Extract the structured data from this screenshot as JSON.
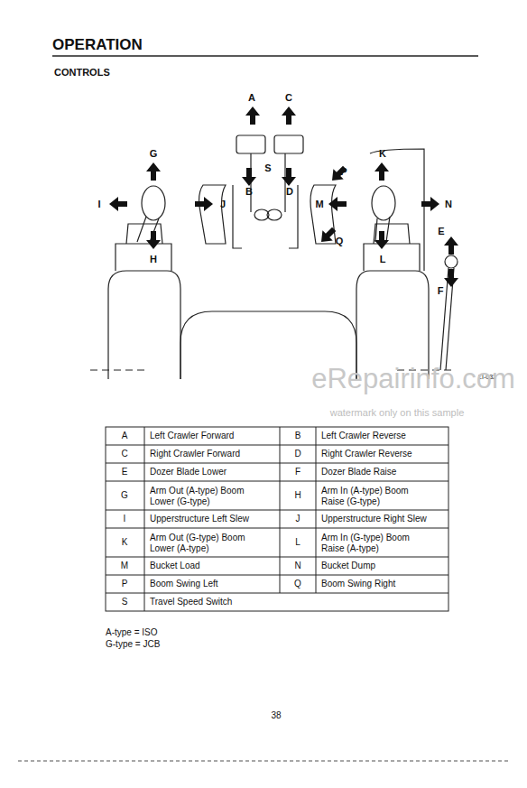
{
  "diagram": {
    "title": "OPERATION",
    "labels": [
      "CONTROLS",
      "A",
      "C",
      "G",
      "K",
      "P",
      "S",
      "B",
      "D",
      "I",
      "J",
      "M",
      "N",
      "E",
      "H",
      "L",
      "Q",
      "F",
      "LI-032",
      "A",
      "Left Crawler Forward",
      "B",
      "Left Crawler Reverse",
      "C",
      "Right Crawler Forward",
      "D",
      "Right Crawler Reverse",
      "E",
      "Dozer Blade Lower",
      "F",
      "Dozer Blade Raise",
      "G",
      "Arm Out (A-type) Boom Lower (G-type)",
      "H",
      "Arm In (A-type) Boom Raise (G-type)",
      "I",
      "Upperstructure Left Slew",
      "J",
      "Upperstructure Right Slew",
      "K",
      "Arm Out (G-type) Boom Lower (A-type)",
      "L",
      "Arm In (G-type) Boom Raise (A-type)",
      "M",
      "Bucket Load",
      "N",
      "Bucket Dump",
      "P",
      "Boom Swing Left",
      "Q",
      "Boom Swing Right",
      "S",
      "Travel Speed Switch",
      "A-type = ISO",
      "G-type = JCB",
      "38",
      "eRepairinfo.com",
      "watermark only on this sample"
    ]
  }
}
